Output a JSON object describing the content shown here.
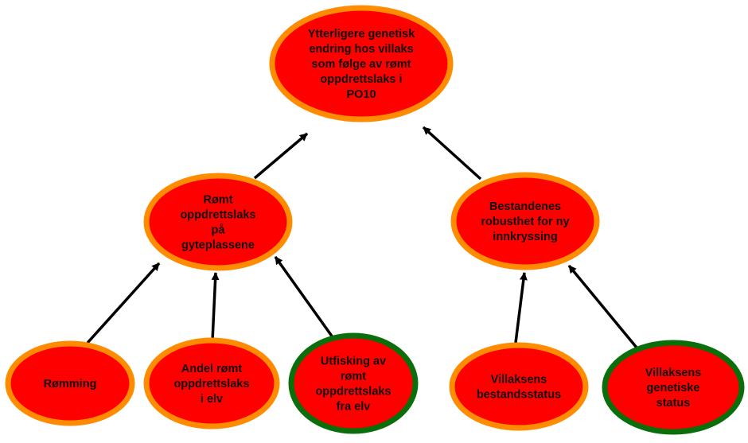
{
  "colors": {
    "node_fill": "#ff0000",
    "border_orange": "#ff8c00",
    "border_green": "#0a6e0a",
    "edge": "#000000"
  },
  "nodes": {
    "top": {
      "lines": [
        "Ytterligere genetisk",
        "endring hos villaks",
        "som følge av rømt",
        "oppdrettslaks i",
        "PO10"
      ],
      "border": "orange"
    },
    "spawning": {
      "lines": [
        "Rømt",
        "oppdrettslaks",
        "på",
        "gyteplassene"
      ],
      "border": "orange"
    },
    "robustness": {
      "lines": [
        "Bestandenes",
        "robusthet for ny",
        "innkryssing"
      ],
      "border": "orange"
    },
    "escape": {
      "lines": [
        "Rømming"
      ],
      "border": "orange"
    },
    "share": {
      "lines": [
        "Andel rømt",
        "oppdrettslaks",
        "i elv"
      ],
      "border": "orange"
    },
    "removal": {
      "lines": [
        "Utfisking av",
        "rømt",
        "oppdrettslaks",
        "fra elv"
      ],
      "border": "green"
    },
    "stock": {
      "lines": [
        "Villaksens",
        "bestandsstatus"
      ],
      "border": "orange"
    },
    "genetic": {
      "lines": [
        "Villaksens",
        "genetiske",
        "status"
      ],
      "border": "green"
    }
  },
  "edges": [
    {
      "from": "spawning",
      "to": "top"
    },
    {
      "from": "robustness",
      "to": "top"
    },
    {
      "from": "escape",
      "to": "spawning"
    },
    {
      "from": "share",
      "to": "spawning"
    },
    {
      "from": "removal",
      "to": "spawning"
    },
    {
      "from": "stock",
      "to": "robustness"
    },
    {
      "from": "genetic",
      "to": "robustness"
    }
  ]
}
